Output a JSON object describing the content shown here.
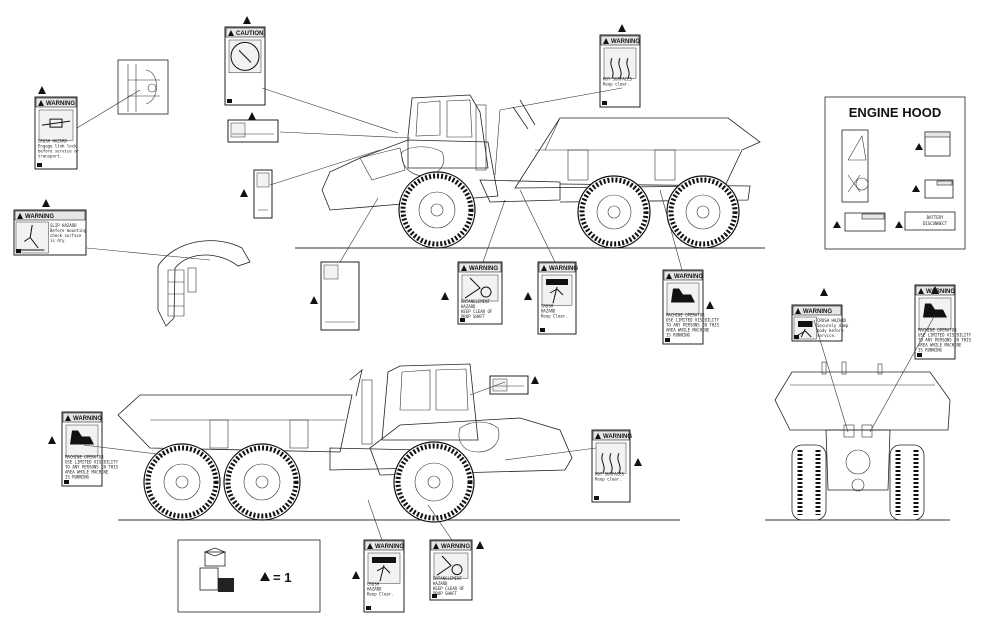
{
  "engine_hood": {
    "title": "ENGINE HOOD"
  },
  "legend": {
    "equals_text": "= 1"
  },
  "decals": {
    "caution_top": {
      "header": "CAUTION",
      "lines": [
        "",
        "",
        ""
      ]
    },
    "warn_crush_link": {
      "header": "WARNING",
      "lines": [
        "CRUSH HAZARD",
        "Engage link lock",
        "before service or",
        "transport."
      ]
    },
    "warn_slip": {
      "header": "WARNING",
      "lines": [
        "SLIP HAZARD",
        "Before mounting",
        "check surface",
        "is dry."
      ]
    },
    "warn_hot_top": {
      "header": "WARNING",
      "lines": [
        "HOT SURFACES",
        "Keep clear."
      ]
    },
    "warn_entangle_mid": {
      "header": "WARNING",
      "lines": [
        "ENTANGLEMENT",
        "HAZARD",
        "KEEP CLEAR OF",
        "PROP SHAFT"
      ]
    },
    "warn_crush_mid": {
      "header": "WARNING",
      "lines": [
        "CRUSH",
        "HAZARD",
        "Keep Clear."
      ]
    },
    "warn_crush_rear": {
      "header": "WARNING",
      "lines": [
        "CRUSH HAZARD",
        "Securely dump",
        "body before",
        "service."
      ]
    },
    "warn_machine_left": {
      "header": "WARNING",
      "lines": [
        "MACHINE OPERATOR",
        "USE LIMITED VISIBILITY",
        "TO ANY PERSONS IN THIS",
        "AREA WHILE MACHINE",
        "IS RUNNING"
      ]
    },
    "warn_hot_bottom": {
      "header": "WARNING",
      "lines": [
        "HOT SURFACES",
        "Keep clear."
      ]
    },
    "warn_crush_bottom": {
      "header": "WARNING",
      "lines": [
        "CRUSH",
        "HAZARD",
        "Keep Clear."
      ]
    },
    "warn_entangle_bottom": {
      "header": "WARNING",
      "lines": [
        "ENTANGLEMENT",
        "HAZARD",
        "KEEP CLEAR OF",
        "PROP SHAFT"
      ]
    },
    "hood_battery": {
      "header": "",
      "lines": [
        "BATTERY",
        "DISCONNECT"
      ]
    }
  },
  "colors": {
    "ink": "#111111",
    "header_fill": "#e6e6e6",
    "paper": "#ffffff"
  }
}
